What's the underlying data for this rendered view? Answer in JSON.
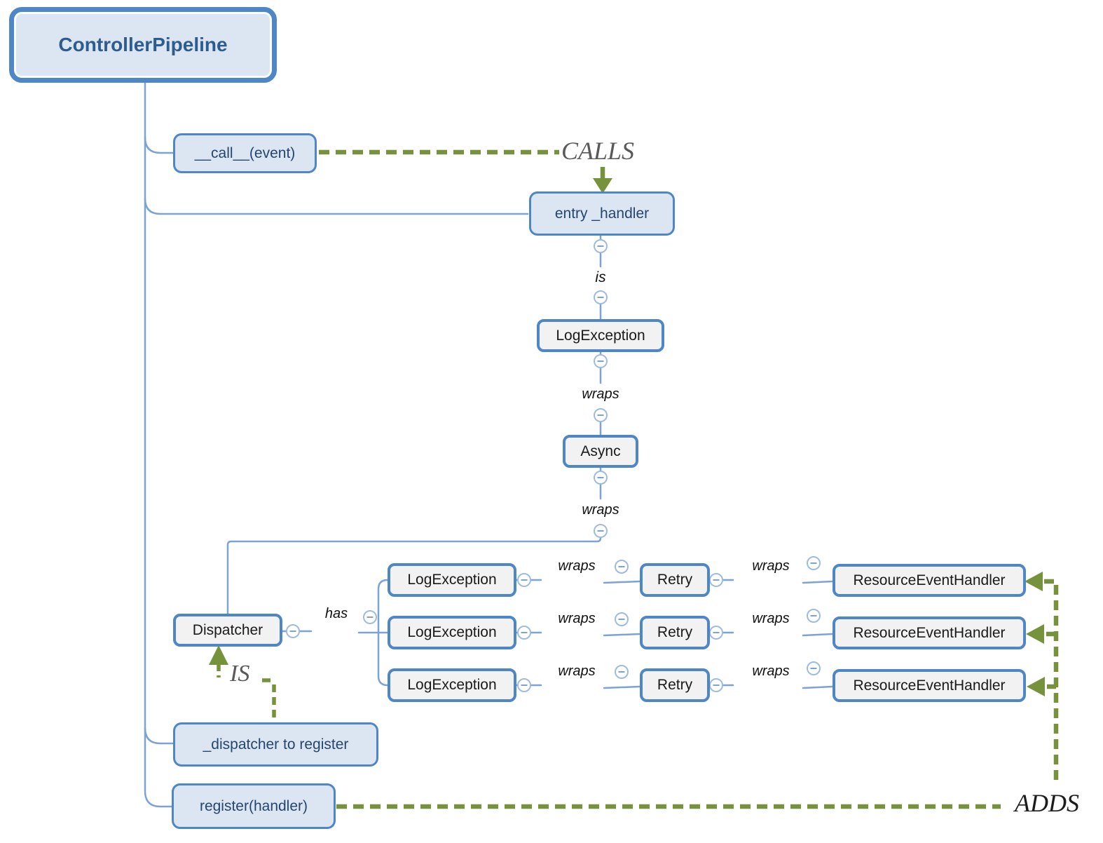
{
  "diagram": {
    "root": {
      "label": "ControllerPipeline"
    },
    "nodes": {
      "call": "__call__(event)",
      "entry_handler": "entry _handler",
      "log_exception": "LogException",
      "async": "Async",
      "dispatcher": "Dispatcher",
      "dispatcher_field": "_dispatcher to register",
      "register": "register(handler)"
    },
    "edge_labels": {
      "is": "is",
      "wraps_top": "wraps",
      "wraps_mid": "wraps",
      "has": "has"
    },
    "relations": {
      "calls": "CALLS",
      "is": "IS",
      "adds": "ADDS"
    },
    "rows": [
      {
        "log": "LogException",
        "wraps_a": "wraps",
        "retry": "Retry",
        "wraps_b": "wraps",
        "handler": "ResourceEventHandler"
      },
      {
        "log": "LogException",
        "wraps_a": "wraps",
        "retry": "Retry",
        "wraps_b": "wraps",
        "handler": "ResourceEventHandler"
      },
      {
        "log": "LogException",
        "wraps_a": "wraps",
        "retry": "Retry",
        "wraps_b": "wraps",
        "handler": "ResourceEventHandler"
      }
    ],
    "colors": {
      "node_border_blue": "#4f86c6",
      "node_fill_blue": "#dce6f2",
      "node_fill_gray": "#f2f2f2",
      "connector_blue": "#7da3d6",
      "collapse_circle_blue": "#a0bbdf",
      "relation_green": "#76923c",
      "title_text": "#2d5c8e",
      "blue_node_text": "#24466e",
      "relation_text_gray": "#595959",
      "relation_text_dark": "#1c1c1c"
    }
  }
}
